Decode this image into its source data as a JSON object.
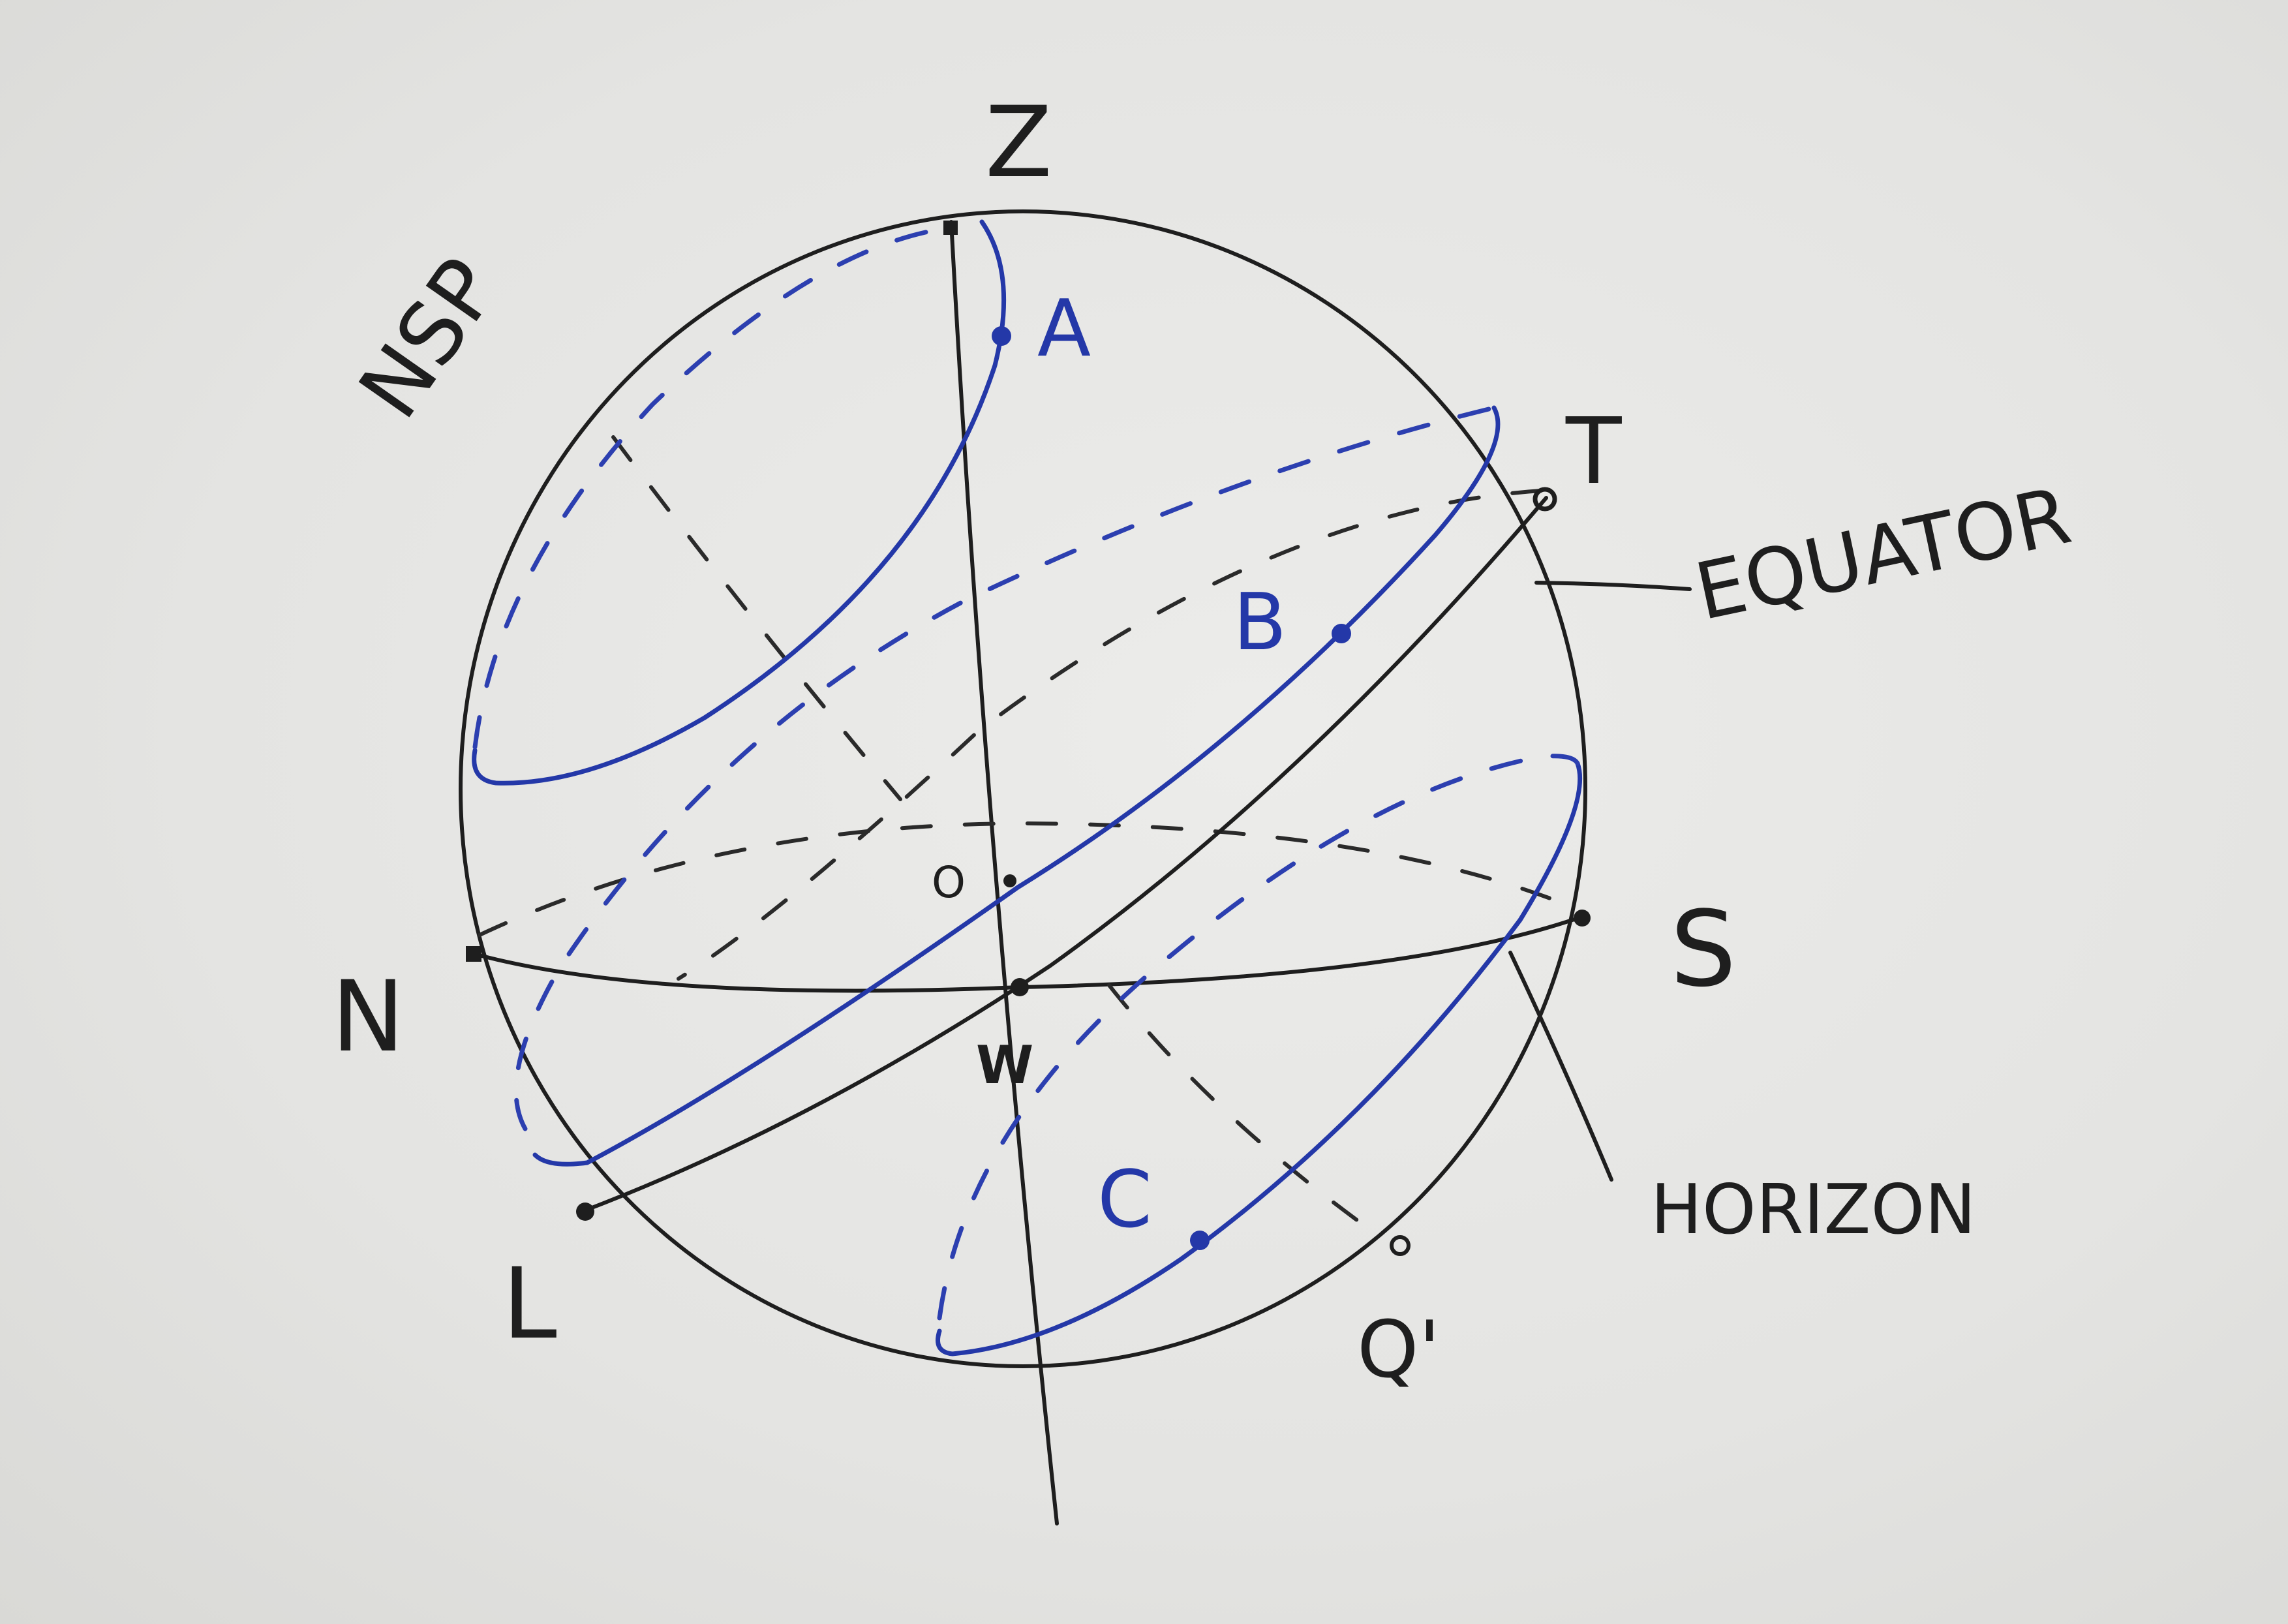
{
  "labels": {
    "zenith": "Z",
    "nsp": "NSP",
    "north": "N",
    "south": "S",
    "west": "W",
    "center": "O",
    "t_point": "T",
    "l_point": "L",
    "q_point": "Q'",
    "a_point": "A",
    "b_point": "B",
    "c_point": "C",
    "equator": "EQUATOR",
    "horizon": "HORIZON"
  },
  "colors": {
    "ink": "#1e1e1e",
    "blue_pen": "#2438a8",
    "paper": "#e6e6e4"
  }
}
